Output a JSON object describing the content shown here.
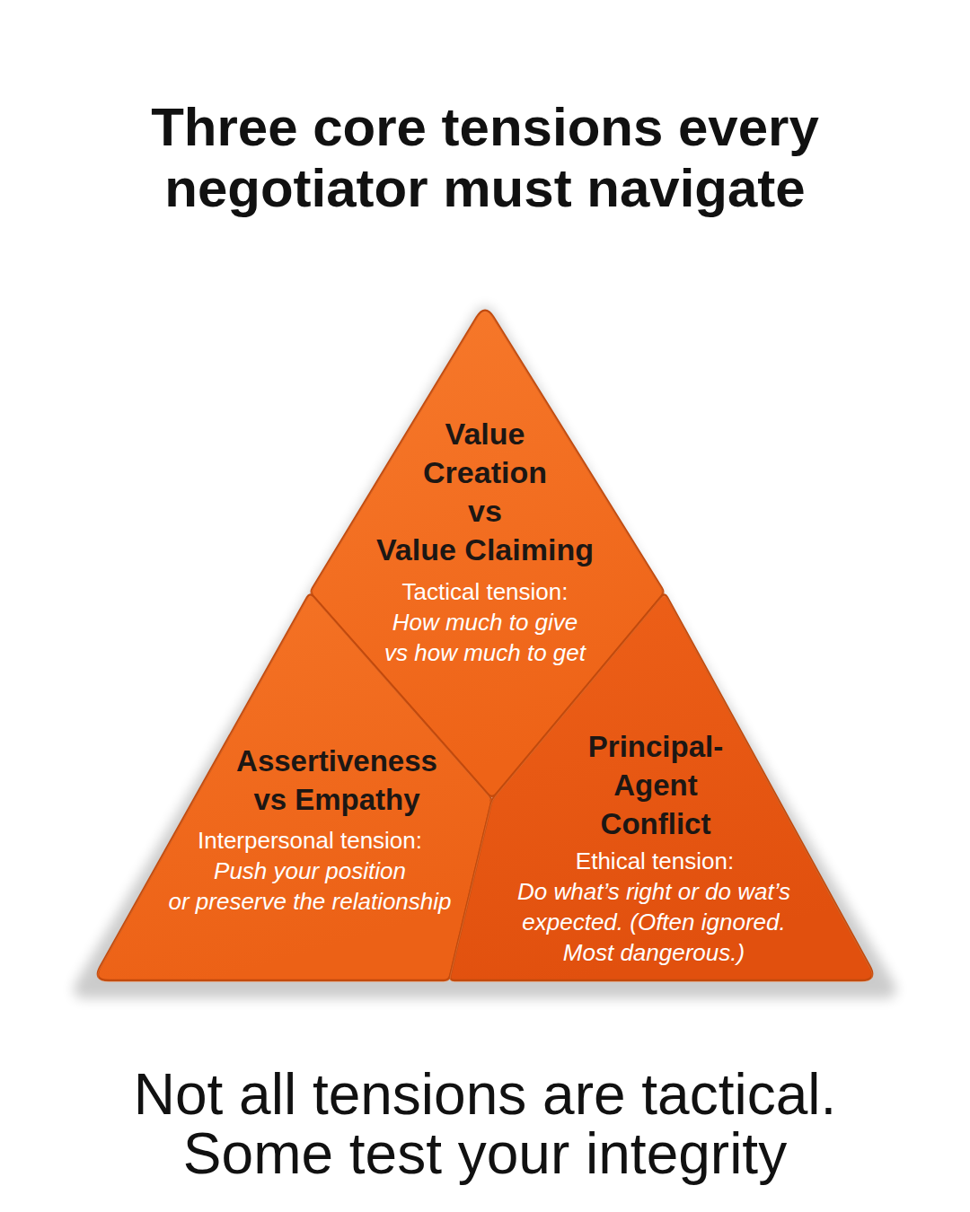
{
  "diagram": {
    "title": "Three core tensions every negotiator must navigate",
    "caption": "Not all tensions are tactical. Some test your integrity",
    "nodes": [
      {
        "text": [
          "Value Creation vs Value Claiming",
          "Tactical tension:",
          "How much to give vs how much to get"
        ]
      },
      {
        "text": [
          "Assertiveness vs Empathy",
          "Interpersonal tension:",
          "Push your position or preserve the relationship"
        ]
      },
      {
        "text": [
          "Principal-Agent Conflict",
          "Ethical tension:",
          "Do what’s right or do wat’s expected. (Often ignored. Most dangerous.)"
        ]
      }
    ]
  }
}
